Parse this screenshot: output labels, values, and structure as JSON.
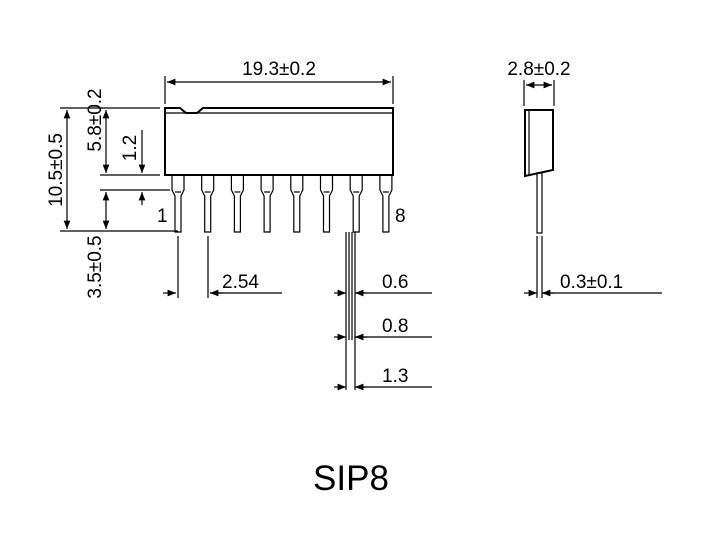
{
  "package": {
    "name": "SIP8",
    "pin_first": "1",
    "pin_last": "8",
    "pin_count": 8
  },
  "dimensions": {
    "body_length": "19.3±0.2",
    "body_thickness": "2.8±0.2",
    "total_height": "10.5±0.5",
    "body_height": "5.8±0.2",
    "standoff": "1.2",
    "lead_length": "3.5±0.5",
    "pitch": "2.54",
    "lead_width": "0.6",
    "lead_width_mid": "0.8",
    "lead_width_shoulder": "1.3",
    "lead_thickness": "0.3±0.1"
  }
}
